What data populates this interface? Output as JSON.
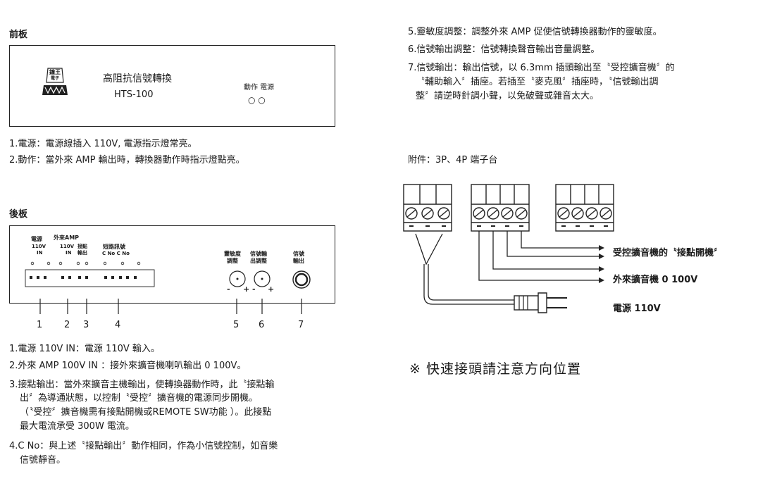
{
  "front": {
    "heading": "前板",
    "logo_line1": "鐘王",
    "logo_line2": "電子",
    "product_name": "高阻抗信號轉換",
    "model": "HTS-100",
    "indicator_label": "動作 電源",
    "indicator_lights": "○  ○"
  },
  "front_notes": [
    "1.電源：電源線插入 110V, 電源指示燈常亮。",
    "2.動作：當外來 AMP 輸出時，轉換器動作時指示燈點亮。"
  ],
  "right_notes": [
    "5.靈敏度調整：調整外來 AMP 促使信號轉換器動作的靈敏度。",
    "6.信號輸出調整：信號轉換聲音輸出音量調整。",
    "7.信號輸出：輸出信號，以 6.3mm 插頭輸出至〝受控擴音機〞的",
    "〝輔助輸入〞插座。若插至〝麥克風〞插座時，〝信號輸出調",
    "整〞請逆時針調小聲，以免破聲或雜音太大。"
  ],
  "accessory": {
    "title": "附件：3P、4P 端子台",
    "label_relay": "受控擴音機的〝接點開機〞",
    "label_amp": "外來擴音機 0  100V",
    "label_power": "電源 110V"
  },
  "note_quick": "※ 快速接頭請注意方向位置",
  "rear": {
    "heading": "後板",
    "grp_power_title": "電源",
    "grp_power_sub1": "110V",
    "grp_power_sub2": "IN",
    "grp_amp_title": "外來AMP",
    "grp_amp_sub1": "110V",
    "grp_amp_sub2": "IN",
    "grp_contact_1": "接點",
    "grp_contact_2": "輸出",
    "grp_short_title": "短路訊號",
    "grp_short_sub": "C No C No",
    "knob1_line1": "靈敏度",
    "knob1_line2": "調整",
    "knob2_line1": "信號輸",
    "knob2_line2": "出調整",
    "jack_line1": "信號",
    "jack_line2": "輸出",
    "minus": "-",
    "plus": "+",
    "numbers": [
      "1",
      "2",
      "3",
      "4",
      "5",
      "6",
      "7"
    ]
  },
  "rear_notes": [
    "1.電源 110V IN：電源 110V 輸入。",
    "2.外來 AMP 100V IN ：接外來擴音機喇叭輸出 0 100V。",
    "3.接點輸出：當外來擴音主機輸出，使轉換器動作時，此〝接點輸",
    "出〞為導通狀態，以控制〝受控〞擴音機的電源同步開機。",
    "（〝受控〞擴音機需有接點開機或REMOTE SW功能 ）。此接點",
    "最大電流承受 300W 電流。",
    "4.C No：與上述〝接點輸出〞動作相同，作為小信號控制，如音樂",
    "信號靜音。"
  ]
}
